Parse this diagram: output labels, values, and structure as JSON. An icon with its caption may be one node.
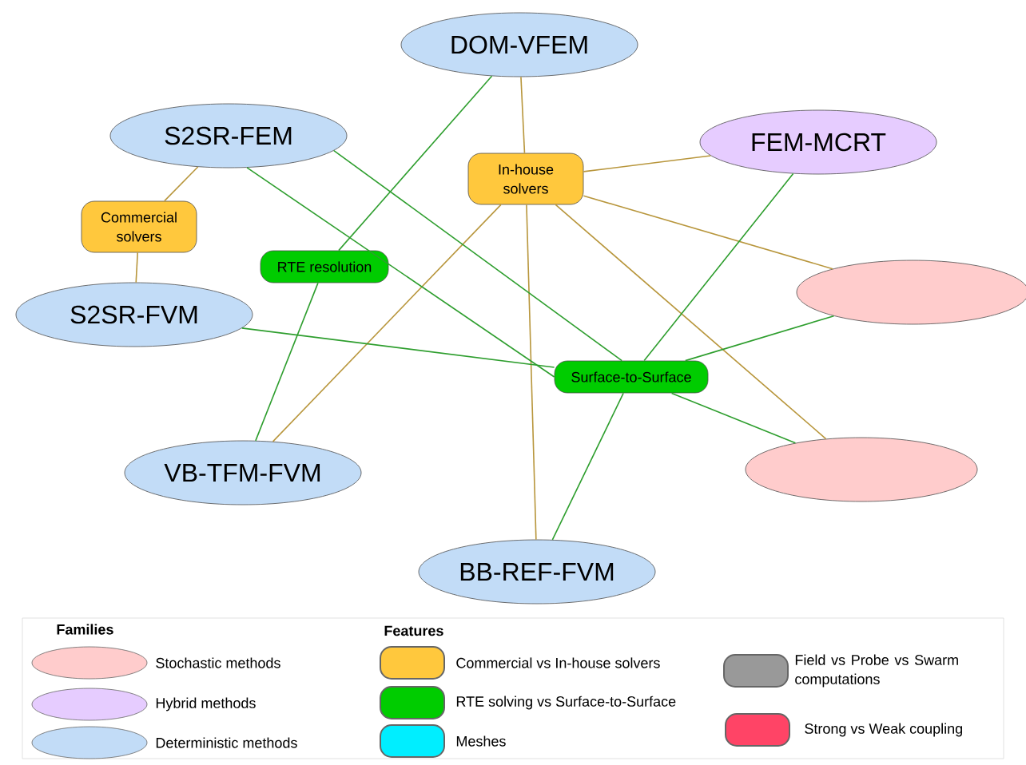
{
  "diagram": {
    "nodes": [
      {
        "text": [
          "DOM-VFEM"
        ]
      },
      {
        "text": [
          "S2SR-FEM"
        ]
      },
      {
        "text": [
          "FEM-MCRT"
        ]
      },
      {
        "text": [],
        "shape": "ellipse"
      },
      {
        "text": [
          "S2SR-FVM"
        ]
      },
      {
        "text": [
          "VB-TFM-FVM"
        ]
      },
      {
        "text": [],
        "shape": "ellipse"
      },
      {
        "text": [
          "BB-REF-FVM"
        ]
      },
      {
        "text": [
          "Commercial solvers"
        ]
      },
      {
        "text": [
          "RTE resolution"
        ]
      },
      {
        "text": [
          "In-house solvers"
        ]
      },
      {
        "text": [
          "Surface-to-Surface"
        ]
      }
    ],
    "edges": [
      {
        "from": 1,
        "to": 8,
        "arrow": "none",
        "color": "#b8963c"
      },
      {
        "from": 8,
        "to": 4,
        "arrow": "none",
        "color": "#b8963c"
      },
      {
        "from": 0,
        "to": 10,
        "arrow": "none",
        "color": "#b8963c"
      },
      {
        "from": 2,
        "to": 10,
        "arrow": "none",
        "color": "#b8963c"
      },
      {
        "from": 3,
        "to": 10,
        "arrow": "none",
        "color": "#b8963c"
      },
      {
        "from": 5,
        "to": 10,
        "arrow": "none",
        "color": "#b8963c"
      },
      {
        "from": 7,
        "to": 10,
        "arrow": "none",
        "color": "#b8963c"
      },
      {
        "from": 6,
        "to": 10,
        "arrow": "none",
        "color": "#b8963c"
      },
      {
        "from": 0,
        "to": 9,
        "arrow": "none",
        "color": "#2e9e2e"
      },
      {
        "from": 9,
        "to": 5,
        "arrow": "none",
        "color": "#2e9e2e"
      },
      {
        "from": 1,
        "to": 11,
        "arrow": "none",
        "color": "#2e9e2e"
      },
      {
        "from": 1,
        "to": 11,
        "arrow": "none",
        "color": "#2e9e2e"
      },
      {
        "from": 4,
        "to": 11,
        "arrow": "none",
        "color": "#2e9e2e"
      },
      {
        "from": 2,
        "to": 11,
        "arrow": "none",
        "color": "#2e9e2e"
      },
      {
        "from": 3,
        "to": 11,
        "arrow": "none",
        "color": "#2e9e2e"
      },
      {
        "from": 6,
        "to": 11,
        "arrow": "none",
        "color": "#2e9e2e"
      },
      {
        "from": 7,
        "to": 11,
        "arrow": "none",
        "color": "#2e9e2e"
      }
    ],
    "labels": [
      "Families",
      "Features"
    ],
    "legend": [
      {
        "text": "Stochastic methods",
        "color": "#ffcccc"
      },
      {
        "text": "Hybrid methods",
        "color": "#e6ccff"
      },
      {
        "text": "Deterministic methods",
        "color": "#c2dcf7"
      },
      {
        "text": "Commercial vs In-house solvers",
        "color": "#ffc83d"
      },
      {
        "text": "RTE solving vs Surface-to-Surface",
        "color": "#00cc00"
      },
      {
        "text": "Meshes",
        "color": "#00eeff"
      },
      {
        "text": "Field vs Probe vs Swarm computations",
        "color": "#999999"
      },
      {
        "text": "Strong vs Weak coupling",
        "color": "#ff4466"
      }
    ]
  }
}
